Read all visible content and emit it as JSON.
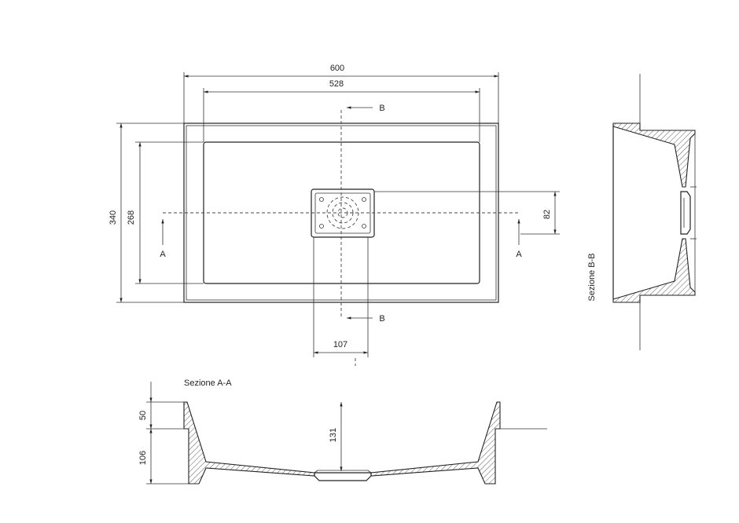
{
  "plan_view": {
    "dimensions": {
      "overall_width": "600",
      "inner_width": "528",
      "overall_depth": "340",
      "inner_depth": "268",
      "drain_offset": "82",
      "drain_width": "107"
    },
    "section_markers": {
      "a": "A",
      "b": "B"
    }
  },
  "section_aa": {
    "title": "Sezione A-A",
    "dimensions": {
      "rim_height": "50",
      "base_height": "106",
      "total_height": "131"
    }
  },
  "section_bb": {
    "title": "Sezione B-B"
  }
}
